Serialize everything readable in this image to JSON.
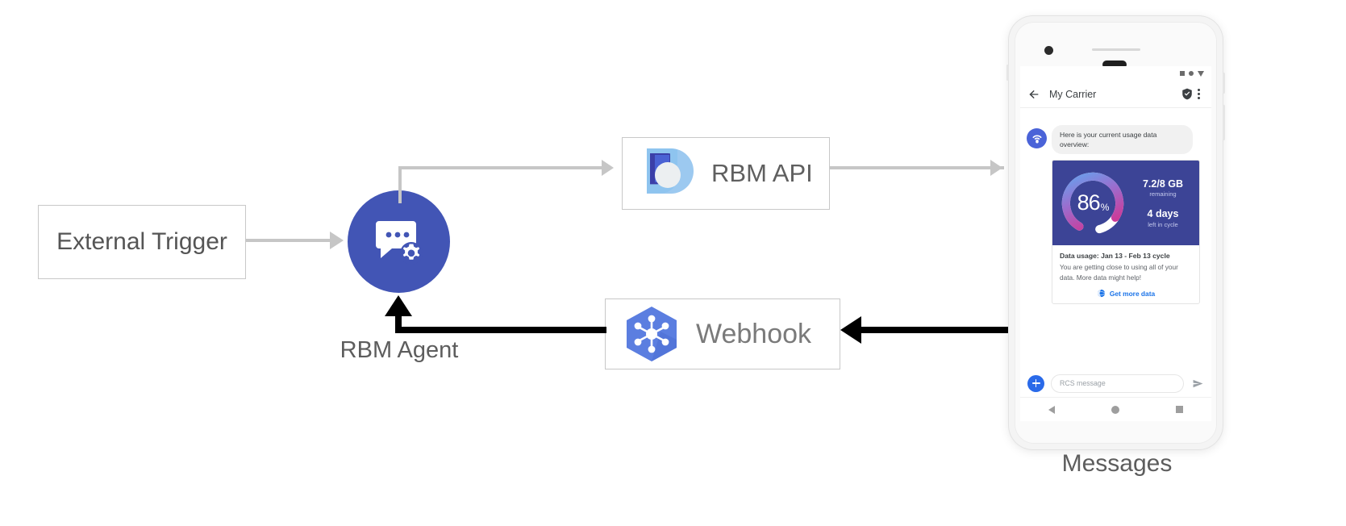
{
  "diagram": {
    "nodes": {
      "external_trigger": {
        "label": "External Trigger",
        "icon": ""
      },
      "rbm_agent": {
        "label": "RBM Agent",
        "icon": "chat-gear-icon",
        "color": "#4255b5"
      },
      "rbm_api": {
        "label": "RBM API",
        "icon": "rbm-api-logo-icon"
      },
      "webhook": {
        "label": "Webhook",
        "icon": "hexagon-nodes-icon"
      },
      "messages": {
        "label": "Messages"
      }
    },
    "connectors": [
      {
        "name": "trigger-to-agent",
        "style": "grey-arrow",
        "direction": "right"
      },
      {
        "name": "agent-to-api",
        "style": "grey-arrow",
        "direction": "right"
      },
      {
        "name": "api-to-device",
        "style": "grey-arrow",
        "direction": "right"
      },
      {
        "name": "device-to-webhook",
        "style": "black-arrow",
        "direction": "left"
      },
      {
        "name": "webhook-to-agent",
        "style": "black-arrow",
        "direction": "up"
      }
    ]
  },
  "phone": {
    "status_bar": {
      "icons": [
        "square-icon",
        "circle-icon",
        "triangle-down-icon"
      ]
    },
    "app_bar": {
      "back_icon": "back-arrow-icon",
      "title": "My Carrier",
      "verified_icon": "verified-shield-icon",
      "overflow_icon": "overflow-menu-icon"
    },
    "conversation": {
      "avatar_icon": "rcs-brand-avatar-icon",
      "incoming_message": "Here is your current usage data overview:",
      "rich_card": {
        "gauge": {
          "percent": "86",
          "percent_symbol": "%",
          "value": 86,
          "arc_colors": [
            "#6aa9f4",
            "#9b6fd0",
            "#d6318f",
            "#ffffff"
          ]
        },
        "data_remaining": "7.2/8 GB",
        "data_remaining_sub": "remaining",
        "days_left": "4 days",
        "days_left_sub": "left in cycle",
        "title": "Data usage: Jan 13 - Feb 13 cycle",
        "description": "You are getting close to using all of your data. More data might help!",
        "action_label": "Get more data",
        "action_icon": "globe-icon",
        "media_bg": "#3c4496",
        "action_color": "#1a73e8"
      }
    },
    "composer": {
      "add_icon": "plus-icon",
      "placeholder": "RCS message",
      "send_icon": "send-icon"
    },
    "nav_bar": {
      "icons": [
        "nav-back-icon",
        "nav-home-icon",
        "nav-recents-icon"
      ]
    }
  }
}
